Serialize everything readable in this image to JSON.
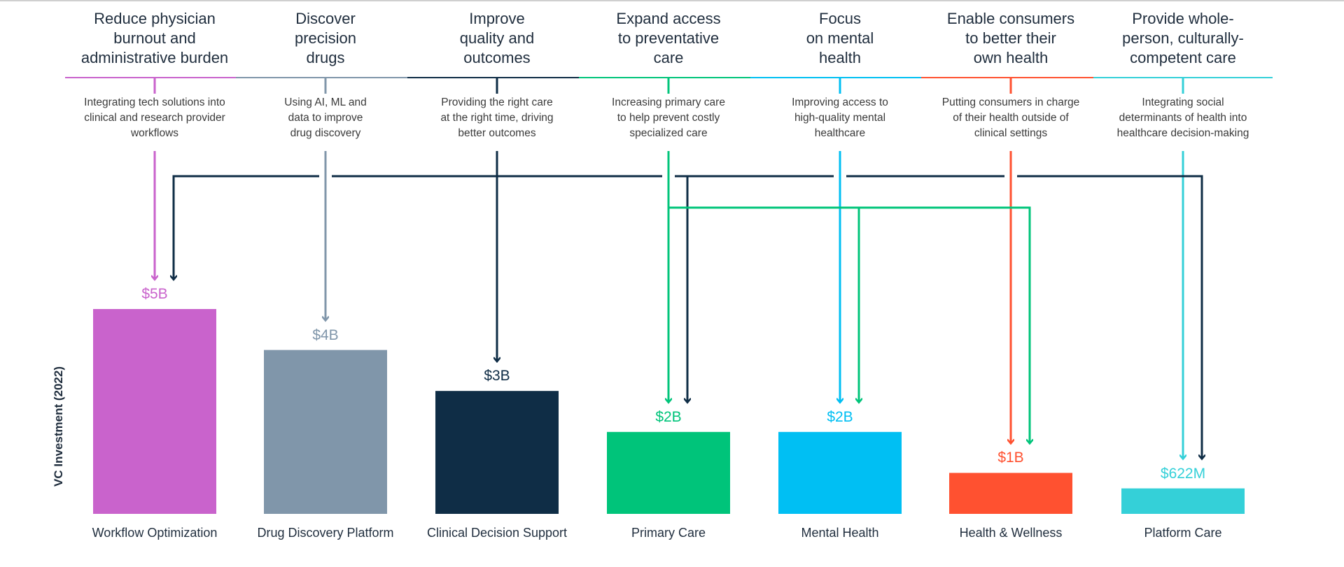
{
  "themes": [
    {
      "title": "Reduce physician\nburnout and\nadministrative burden",
      "description": "Integrating tech solutions into\nclinical and research provider\nworkflows",
      "color": "#c963cc"
    },
    {
      "title": "Discover\nprecision\ndrugs",
      "description": "Using AI, ML and\ndata to improve\ndrug discovery",
      "color": "#8096aa"
    },
    {
      "title": "Improve\nquality and\noutcomes",
      "description": "Providing the right care\nat the right time, driving\nbetter outcomes",
      "color": "#0f2d46"
    },
    {
      "title": "Expand access\nto preventative\ncare",
      "description": "Increasing primary care\nto help prevent costly\nspecialized care",
      "color": "#00c47a"
    },
    {
      "title": "Focus\non mental\nhealth",
      "description": "Improving access to\nhigh-quality mental\nhealthcare",
      "color": "#00bff3"
    },
    {
      "title": "Enable consumers\nto better their\nown health",
      "description": "Putting consumers in charge\nof their health outside of\nclinical settings",
      "color": "#ff5130"
    },
    {
      "title": "Provide whole-\nperson, culturally-\ncompetent care",
      "description": "Integrating social\ndeterminants of health into\nhealthcare decision-making",
      "color": "#34d0d8"
    }
  ],
  "chart_data": {
    "type": "bar",
    "ylabel": "VC Investment (2022)",
    "categories": [
      "Workflow Optimization",
      "Drug Discovery Platform",
      "Clinical Decision Support",
      "Primary Care",
      "Mental Health",
      "Health & Wellness",
      "Platform Care"
    ],
    "values": [
      5,
      4,
      3,
      2,
      2,
      1,
      0.622
    ],
    "value_labels": [
      "$5B",
      "$4B",
      "$3B",
      "$2B",
      "$2B",
      "$1B",
      "$622M"
    ],
    "unit": "$B",
    "colors": [
      "#c963cc",
      "#8096aa",
      "#0f2d46",
      "#00c47a",
      "#00bff3",
      "#ff5130",
      "#34d0d8"
    ],
    "grid": false,
    "links": [
      {
        "from": 0,
        "to": 0
      },
      {
        "from": 1,
        "to": 1
      },
      {
        "from": 2,
        "to": 2
      },
      {
        "from": 3,
        "to": 3
      },
      {
        "from": 4,
        "to": 4
      },
      {
        "from": 5,
        "to": 5
      },
      {
        "from": 6,
        "to": 6
      },
      {
        "from": 2,
        "to": 0
      },
      {
        "from": 2,
        "to": 3
      },
      {
        "from": 2,
        "to": 6
      },
      {
        "from": 3,
        "to": 4
      },
      {
        "from": 3,
        "to": 5
      }
    ]
  }
}
